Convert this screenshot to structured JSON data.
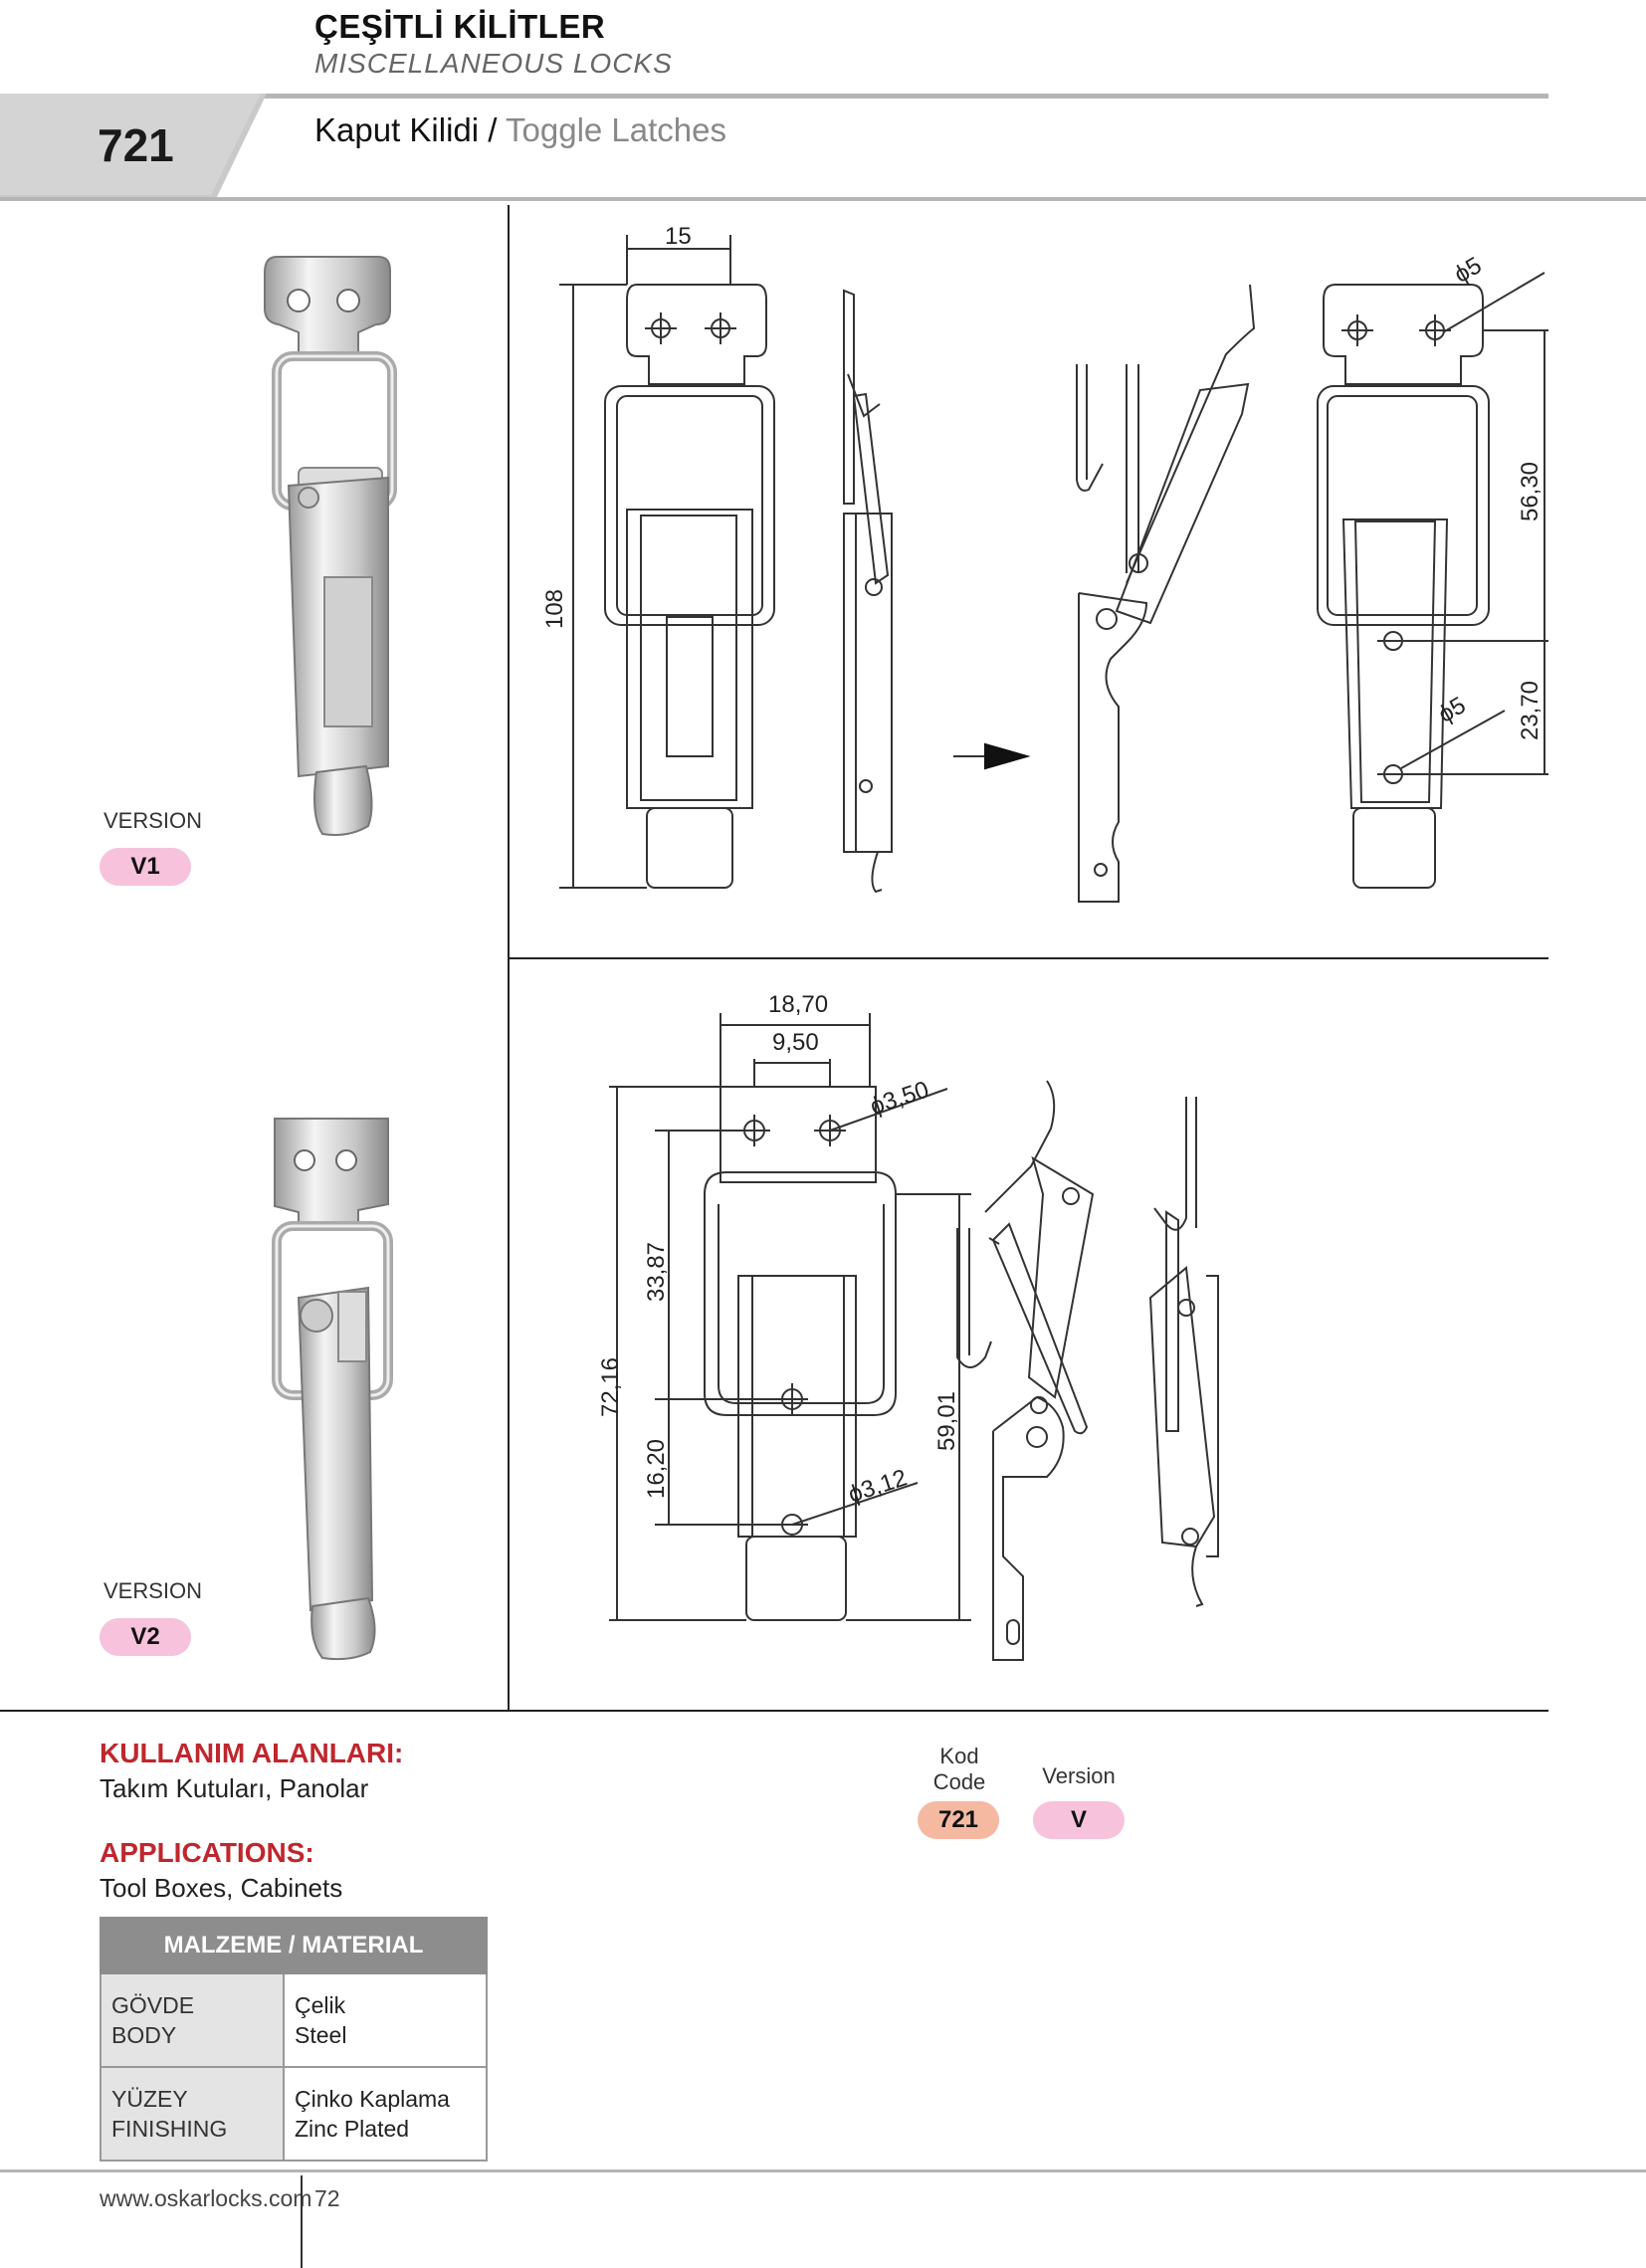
{
  "header": {
    "title_tr": "ÇEŞİTLİ KİLİTLER",
    "title_en": "MISCELLANEOUS LOCKS",
    "code": "721",
    "subtitle_tr": "Kaput Kilidi /",
    "subtitle_en": "Toggle Latches"
  },
  "versions": [
    {
      "label": "VERSION",
      "name": "V1"
    },
    {
      "label": "VERSION",
      "name": "V2"
    }
  ],
  "dimensions_v1": {
    "width_top": "15",
    "height_total": "108",
    "hole_dia_top": "ϕ5",
    "hole_dia_bottom": "ϕ5",
    "dist_upper": "56,30",
    "dist_lower": "23,70"
  },
  "dimensions_v2": {
    "width_outer": "18,70",
    "width_inner": "9,50",
    "hole_dia_top": "ϕ3,50",
    "hole_dia_bottom": "ϕ3,12",
    "height_total": "72,16",
    "dist_upper": "33,87",
    "dist_lower": "16,20",
    "height_right": "59,01"
  },
  "usage": {
    "heading_tr": "KULLANIM ALANLARI:",
    "text_tr": "Takım Kutuları, Panolar",
    "heading_en": "APPLICATIONS:",
    "text_en": "Tool Boxes, Cabinets"
  },
  "material": {
    "heading": "MALZEME / MATERIAL",
    "rows": [
      {
        "label_tr": "GÖVDE",
        "label_en": "BODY",
        "value_tr": "Çelik",
        "value_en": "Steel"
      },
      {
        "label_tr": "YÜZEY",
        "label_en": "FINISHING",
        "value_tr": "Çinko Kaplama",
        "value_en": "Zinc Plated"
      }
    ]
  },
  "code_table": {
    "code_label_tr": "Kod",
    "code_label_en": "Code",
    "version_label": "Version",
    "code_value": "721",
    "version_value": "V"
  },
  "footer": {
    "url": "www.oskarlocks.com",
    "page": "72"
  }
}
